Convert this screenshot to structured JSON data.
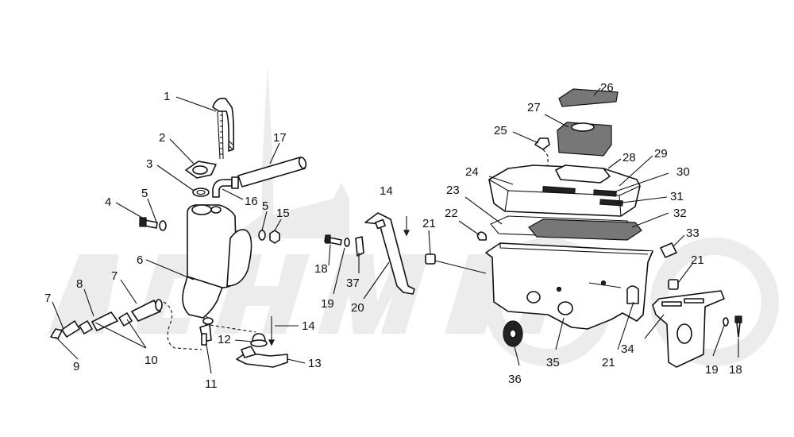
{
  "diagram": {
    "watermark": "",
    "callouts": [
      "1",
      "2",
      "3",
      "4",
      "5",
      "5",
      "6",
      "7",
      "7",
      "8",
      "9",
      "10",
      "11",
      "12",
      "13",
      "14",
      "14",
      "15",
      "16",
      "17",
      "18",
      "18",
      "19",
      "19",
      "20",
      "21",
      "21",
      "21",
      "22",
      "23",
      "24",
      "25",
      "26",
      "27",
      "28",
      "29",
      "30",
      "31",
      "32",
      "33",
      "34",
      "35",
      "36",
      "37"
    ]
  }
}
